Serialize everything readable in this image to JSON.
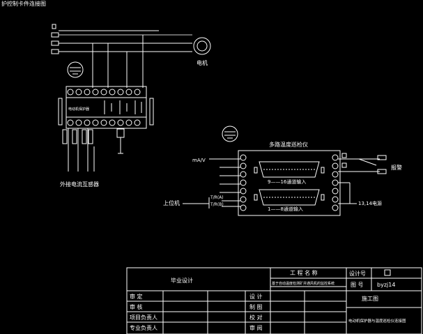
{
  "drawing_title": "护控制卡件连接图",
  "motor_label": "电机",
  "sensor_label": "外接电流互感器",
  "protector_label": "电动机保护器",
  "instrument_title": "多路温度巡检仪",
  "ch9_16_label": "9——16通道输入",
  "ch1_8_label": "1——8通道输入",
  "ma_v_label": "mA/V",
  "host_label": "上位机",
  "tr_a_label": "T/R(A)",
  "tr_b_label": "T/R(B)",
  "alarm_label": "报警",
  "power_label": "13,14电源",
  "title_block": {
    "grad_design": "毕业设计",
    "project_name_header": "工 程 名 称",
    "project_name_value": "基于自动温度检测矿井通风机的监控系统",
    "design_no_label": "设计号",
    "drawing_no_label": "图 号",
    "drawing_no_value": "byzj14",
    "stage": "施工图",
    "rows_left": [
      "审 定",
      "审 核",
      "项目负责人",
      "专业负责人"
    ],
    "rows_mid": [
      "设 计",
      "制 图",
      "校 对",
      "审 阅"
    ],
    "footer_title": "电动机保护器与温度巡检仪连接图"
  }
}
